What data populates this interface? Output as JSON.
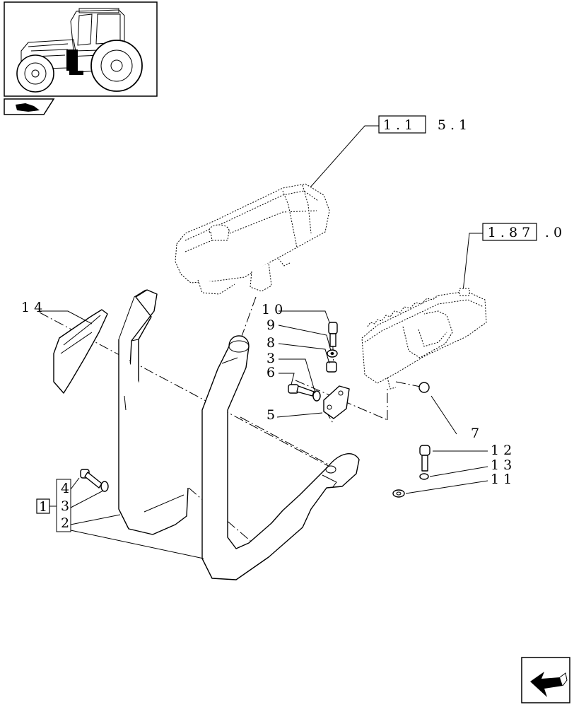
{
  "header": {
    "thumbnail_icon": "tractor-thumbnail",
    "section_icon": "hand-book-icon"
  },
  "references": {
    "ref_1": {
      "boxed": "1 . 1",
      "rest": "5 . 1"
    },
    "ref_2": {
      "boxed": "1 . 8 7",
      "rest": ". 0"
    }
  },
  "group_box_label": "1",
  "callouts": [
    {
      "id": "14",
      "text": "1 4"
    },
    {
      "id": "10",
      "text": "1 0"
    },
    {
      "id": "9",
      "text": "9"
    },
    {
      "id": "8",
      "text": "8"
    },
    {
      "id": "3a",
      "text": "3"
    },
    {
      "id": "6",
      "text": "6"
    },
    {
      "id": "5",
      "text": "5"
    },
    {
      "id": "7",
      "text": "7"
    },
    {
      "id": "12",
      "text": "1 2"
    },
    {
      "id": "13",
      "text": "1 3"
    },
    {
      "id": "11",
      "text": "1 1"
    },
    {
      "id": "4",
      "text": "4"
    },
    {
      "id": "3b",
      "text": "3"
    },
    {
      "id": "2",
      "text": "2"
    }
  ],
  "footer": {
    "nav_icon": "next-page-arrow-icon"
  }
}
